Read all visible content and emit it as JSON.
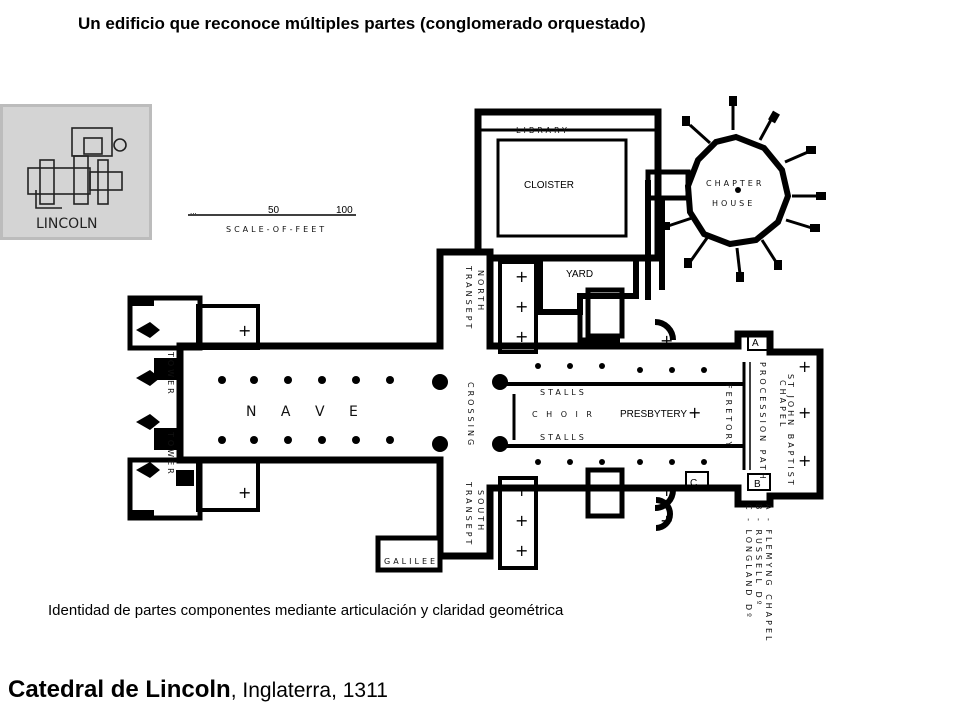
{
  "title": "Un edificio que reconoce múltiples partes (conglomerado orquestado)",
  "caption": "Identidad de partes componentes mediante articulación y claridad geométrica",
  "footer": {
    "main": "Catedral de Lincoln",
    "rest": ", Inglaterra, 1311"
  },
  "thumbnail": {
    "label": "LINCOLN"
  },
  "scale": {
    "mark_50": "50",
    "mark_100": "100",
    "label": "SCALE-OF-FEET"
  },
  "plan": {
    "library": "LIBRARY",
    "cloister": "CLOISTER",
    "yard": "YARD",
    "chapter": "CHAPTER",
    "house": "HOUSE",
    "north": "NORTH",
    "south": "SOUTH",
    "transept": "TRANSEPT",
    "nave": "N A V E",
    "crossing": "CROSSING",
    "choir": "C H O I R",
    "stalls": "STALLS",
    "presbytery": "PRESBYTERY",
    "feretory": "FERETORY",
    "procession_path": "PROCESSION PATH",
    "st_john": "ST JOHN BAPTIST",
    "chapel": "CHAPEL",
    "galilee": "GALILEE",
    "tower": "TOWER",
    "a": "A",
    "b": "B",
    "c": "C",
    "legend_a": "A - FLEMYNG CHAPEL",
    "legend_b": "B - RUSSELL Dº",
    "legend_c": "C - LONGLAND Dº"
  }
}
